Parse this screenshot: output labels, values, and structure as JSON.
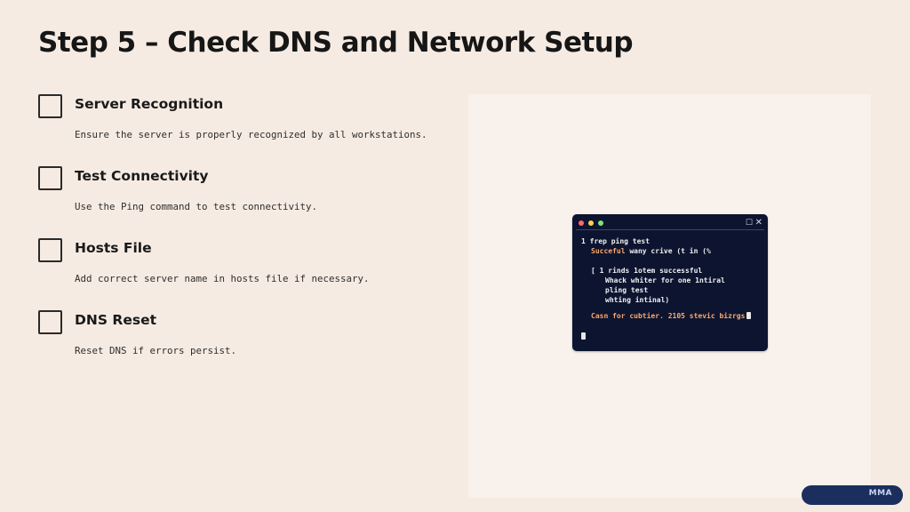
{
  "slide": {
    "title": "Step 5 – Check DNS and Network Setup"
  },
  "checklist": [
    {
      "heading": "Server Recognition",
      "description": "Ensure the server is properly recognized by all workstations.",
      "checked": false
    },
    {
      "heading": "Test Connectivity",
      "description": "Use the Ping command to test connectivity.",
      "checked": false
    },
    {
      "heading": "Hosts File",
      "description": "Add correct server name in hosts file if necessary.",
      "checked": false
    },
    {
      "heading": "DNS Reset",
      "description": "Reset DNS if errors persist.",
      "checked": false
    }
  ],
  "terminal": {
    "icons": [
      "close-dot",
      "minimize-dot",
      "maximize-dot",
      "maximize-icon",
      "close-icon"
    ],
    "maximize_glyph": "☐",
    "close_glyph": "✕",
    "lines": {
      "l1": "1  frep ping test",
      "l2_highlight": "Succeful",
      "l2_rest": " wany crive (t in (%",
      "l3": "[ 1 rinds 1otem successful",
      "l4": "Whack whiter for one 1ntiral",
      "l5": "pling test",
      "l6": "whting intinal)",
      "l7": "Casn for cubtier. 2105 stevic bizrgs"
    },
    "colors": {
      "background": "#0c1430",
      "highlight": "#ffa86b",
      "text": "#f0f0f0"
    }
  },
  "badge": {
    "text": "MMA"
  },
  "colors": {
    "page_background": "#f6ebe3",
    "panel_background": "#f8f1ec",
    "badge_background": "#1a2f5e"
  }
}
